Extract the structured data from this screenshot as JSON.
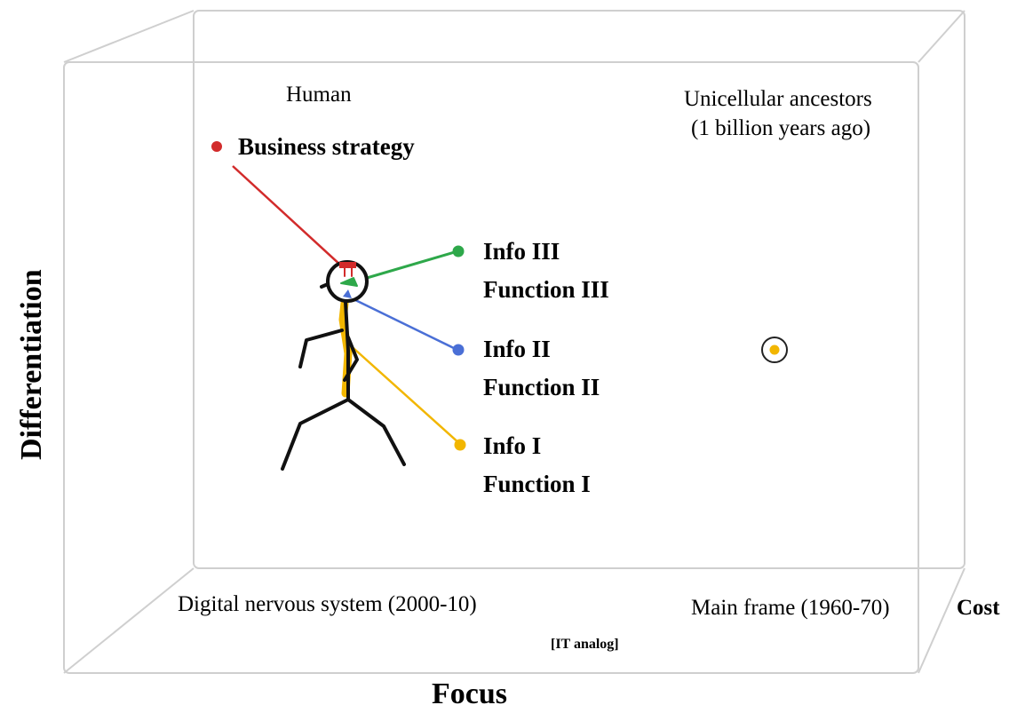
{
  "labels": {
    "human": "Human",
    "unicellular_line1": "Unicellular ancestors",
    "unicellular_line2": "(1 billion years ago)",
    "business_strategy": "Business strategy",
    "info3": "Info III",
    "function3": "Function III",
    "info2": "Info II",
    "function2": "Function II",
    "info1": "Info I",
    "function1": "Function I",
    "digital_nervous_system": "Digital nervous system (2000-10)",
    "main_frame": "Main frame (1960-70)",
    "it_analog": "[IT analog]"
  },
  "axes": {
    "vertical": "Differentiation",
    "horizontal": "Focus",
    "depth": "Cost"
  },
  "colors": {
    "business_strategy": "#d22b2b",
    "info3": "#2ea84a",
    "info2": "#4a6fd6",
    "info1": "#f2b600",
    "box_edge": "#c8c8c8"
  }
}
